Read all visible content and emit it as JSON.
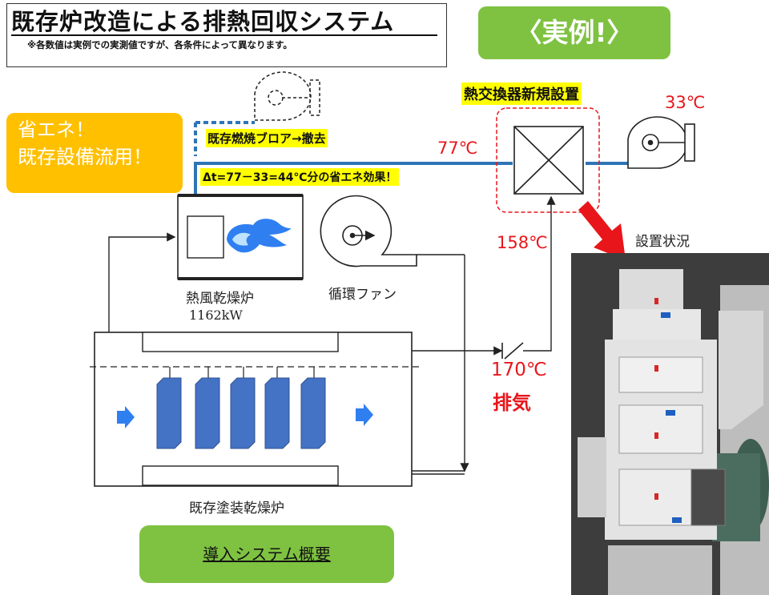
{
  "title": "既存炉改造による排熱回収システム",
  "title_note": "※各数値は実例での実測値ですが、各条件によって異なります。",
  "example_badge": "〈実例!〉",
  "energy_badge": {
    "line1": "省エネ！",
    "line2": "既存設備流用！"
  },
  "blower_removed": "既存燃焼ブロア→撤去",
  "delta_t": "Δt=77－33=44℃分の省エネ効果！",
  "hx_new": "熱交換器新規設置",
  "temps": {
    "t77": "77℃",
    "t33": "33℃",
    "t158": "158℃",
    "t170": "170℃",
    "exhaust": "排気"
  },
  "dryer": {
    "label": "熱風乾燥炉",
    "power": "1162kW"
  },
  "fan_label": "循環ファン",
  "booth_label": "既存塗装乾燥炉",
  "overview_badge": "導入システム概要",
  "photo_label": "設置状況",
  "colors": {
    "pipe": "#2e75b6",
    "red": "#e8161b",
    "green": "#7fc241",
    "yellow": "#ffc000",
    "highlight": "#ffff00",
    "block": "#4472c4",
    "flame": "#2f7ff0"
  }
}
